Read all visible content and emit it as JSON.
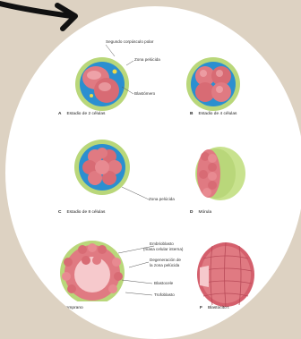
{
  "colors": {
    "background": "#ddd2c2",
    "zona": "#b9d77a",
    "cytoplasm": "#2b8fd0",
    "cell": "#e07a82",
    "cell_light": "#f3b3b8",
    "polar_body": "#f0d94a",
    "arrow": "#111111"
  },
  "labels": {
    "polar_body": "Segundo corpúsculo polar",
    "zona_pellucida": "Zona pelúcida",
    "blastomere": "Blastómero",
    "zona_pellucida_c": "Zona pelúcida",
    "embryoblast": "Embrioblasto",
    "embryoblast_sub": "(masa celular interna)",
    "zona_degeneration_1": "Degeneración de",
    "zona_degeneration_2": "la zona pelúcida",
    "blastocoel": "Blastocele",
    "trophoblast": "Trofoblasto"
  },
  "captions": {
    "a_letter": "A",
    "a_text": "Estadio de 2 células",
    "b_letter": "B",
    "b_text": "Estadio de 4 células",
    "c_letter": "C",
    "c_text": "Estadio de 8 células",
    "d_letter": "D",
    "d_text": "Mórula",
    "e_text": "ito temprano",
    "f_letter": "F",
    "f_text": "Blastocito t"
  },
  "icons": [
    "arrow-icon"
  ]
}
